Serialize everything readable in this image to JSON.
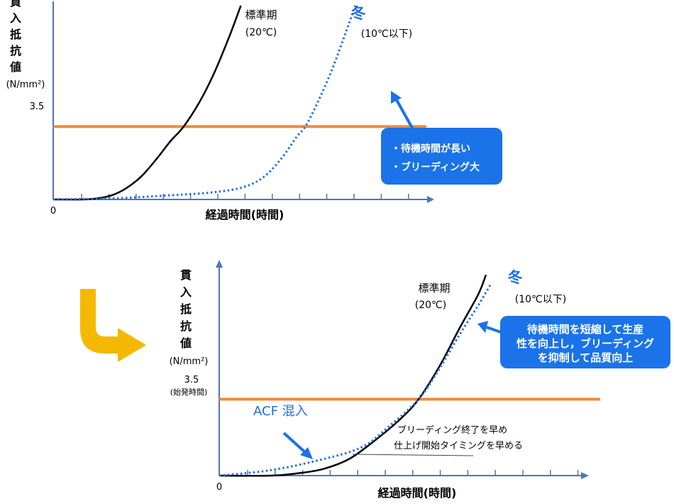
{
  "chart_data": [
    {
      "type": "line",
      "panel": "top",
      "ylabel_chars": [
        "貫",
        "入",
        "抵",
        "抗",
        "値"
      ],
      "ylabel_unit": "(N/mm²)",
      "xlabel": "経過時間(時間)",
      "origin_label": "0",
      "threshold": {
        "value": 3.5,
        "label": "3.5",
        "color": "#ed8b3d"
      },
      "series": [
        {
          "name": "標準期",
          "sub": "(20℃)",
          "style": "solid",
          "color": "#000000",
          "points": [
            [
              0,
              0
            ],
            [
              1,
              0
            ],
            [
              1.5,
              0.05
            ],
            [
              2,
              0.2
            ],
            [
              2.5,
              0.55
            ],
            [
              3,
              1.1
            ],
            [
              3.5,
              1.9
            ],
            [
              4,
              2.8
            ],
            [
              4.45,
              3.5
            ],
            [
              5,
              4.7
            ],
            [
              5.5,
              6.1
            ],
            [
              6,
              7.8
            ],
            [
              6.4,
              9.3
            ]
          ]
        },
        {
          "name": "冬",
          "sub": "(10℃以下)",
          "style": "dotted",
          "color": "#1f6fe0",
          "points": [
            [
              0,
              0
            ],
            [
              2,
              0.05
            ],
            [
              4,
              0.2
            ],
            [
              5.5,
              0.35
            ],
            [
              6.5,
              0.6
            ],
            [
              7.2,
              1.1
            ],
            [
              7.8,
              2
            ],
            [
              8.3,
              3
            ],
            [
              8.6,
              3.5
            ],
            [
              9,
              4.6
            ],
            [
              9.5,
              6.2
            ],
            [
              10,
              8.1
            ],
            [
              10.3,
              9.3
            ]
          ]
        }
      ],
      "xlim": [
        0,
        12.8
      ],
      "ylim": [
        0,
        9.4
      ],
      "callout": {
        "lines": [
          "・待機時間が長い",
          "・ブリーディング大"
        ],
        "color": "#1a73e8"
      }
    },
    {
      "type": "line",
      "panel": "bottom",
      "ylabel_chars": [
        "貫",
        "入",
        "抵",
        "抗",
        "値"
      ],
      "ylabel_unit": "(N/mm²)",
      "threshold_sub": "(始発時間)",
      "xlabel": "経過時間(時間)",
      "origin_label": "0",
      "threshold": {
        "value": 3.5,
        "label": "3.5",
        "color": "#ed8b3d"
      },
      "series": [
        {
          "name": "標準期",
          "sub": "(20℃)",
          "style": "solid",
          "color": "#000000",
          "points": [
            [
              0,
              0
            ],
            [
              2,
              0
            ],
            [
              3,
              0.1
            ],
            [
              4,
              0.3
            ],
            [
              5,
              0.75
            ],
            [
              6,
              1.6
            ],
            [
              7,
              2.6
            ],
            [
              7.7,
              3.5
            ],
            [
              8.5,
              5
            ],
            [
              9.3,
              6.8
            ],
            [
              10,
              8.3
            ],
            [
              10.3,
              9.2
            ]
          ]
        },
        {
          "name": "冬",
          "sub": "(10℃以下)",
          "style": "dotted",
          "color": "#1f6fe0",
          "points": [
            [
              0,
              0
            ],
            [
              2,
              0.25
            ],
            [
              4,
              0.75
            ],
            [
              5.5,
              1.3
            ],
            [
              6.5,
              2.2
            ],
            [
              7.7,
              3.5
            ],
            [
              8.5,
              4.9
            ],
            [
              9.3,
              6.5
            ],
            [
              10,
              7.8
            ],
            [
              10.5,
              8.8
            ]
          ]
        }
      ],
      "xlim": [
        0,
        14
      ],
      "ylim": [
        0,
        9.5
      ],
      "callout": {
        "lines": [
          "待機時間を短縮して生産",
          "性を向上し，ブリーディング",
          "を抑制して品質向上"
        ],
        "color": "#1a73e8"
      },
      "annotation_acf": "ACF 混入",
      "annotation_note": [
        "ブリーディング終了を早め",
        "仕上げ開始タイミングを早める"
      ]
    }
  ],
  "transition_arrow": {
    "color": "#f5b800"
  }
}
